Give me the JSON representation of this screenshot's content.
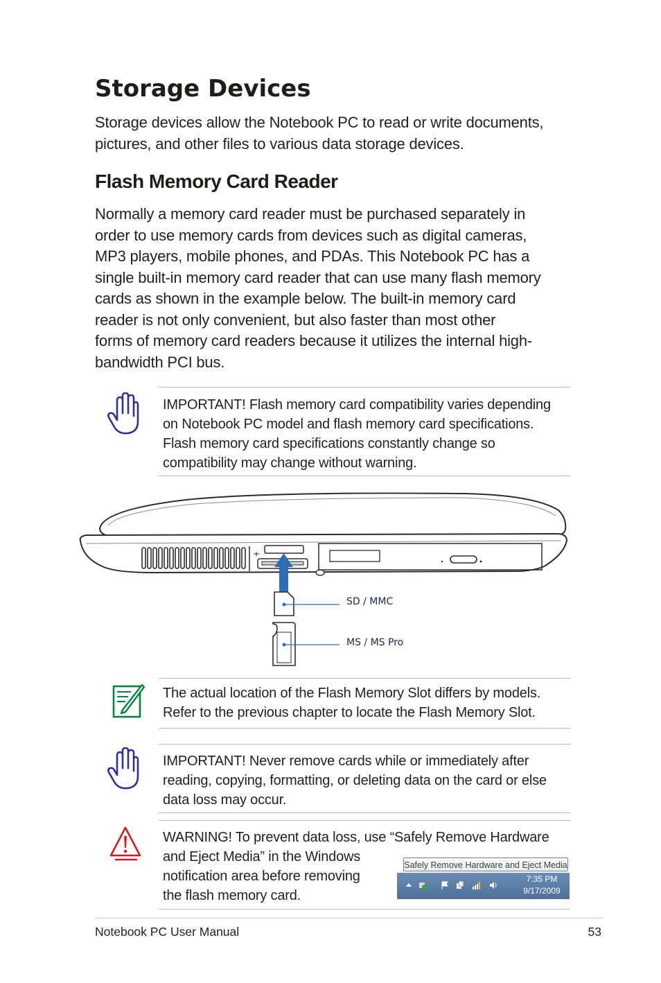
{
  "page": {
    "title": "Storage Devices",
    "intro": "Storage devices allow the Notebook PC to read or write documents, pictures, and other files to various data storage devices."
  },
  "section": {
    "heading": "Flash Memory Card Reader",
    "lines": [
      "Normally a memory card reader must be purchased separately in",
      "order to use memory cards from devices such as digital cameras,",
      "MP3 players, mobile phones, and PDAs. This Notebook PC has a",
      "single built-in memory card reader that can use many flash memory",
      "cards as shown in the example below. The built-in memory card",
      "reader is not only convenient, but also faster than most other",
      "forms of memory card readers because it utilizes the internal high-",
      "bandwidth PCI bus."
    ]
  },
  "notes": {
    "important1": [
      "IMPORTANT! Flash memory card compatibility varies depending",
      "on Notebook PC model and flash memory card specifications.",
      "Flash memory card specifications constantly change so",
      "compatibility may change without warning."
    ],
    "tip": [
      "The actual location of the Flash Memory Slot differs by models.",
      "Refer to the previous chapter to locate the Flash Memory Slot."
    ],
    "important2": [
      "IMPORTANT!  Never remove cards while or immediately after",
      "reading, copying, formatting, or deleting data on the card or else",
      "data loss may occur."
    ],
    "warning": [
      "WARNING! To prevent data loss, use “Safely Remove Hardware",
      "and Eject Media” in the Windows",
      "notification area before removing",
      "the flash memory card."
    ]
  },
  "diagram": {
    "label_sd": "SD / MMC",
    "label_ms": "MS / MS Pro",
    "accent": "#2e6db5"
  },
  "taskbar": {
    "tooltip": "Safely Remove Hardware and Eject Media",
    "time": "7:35 PM",
    "date": "9/17/2009"
  },
  "footer": {
    "manual": "Notebook PC User Manual",
    "page_number": "53"
  },
  "colors": {
    "important_icon": "#2e3192",
    "tip_icon": "#00843d",
    "warning_icon": "#d71920"
  }
}
